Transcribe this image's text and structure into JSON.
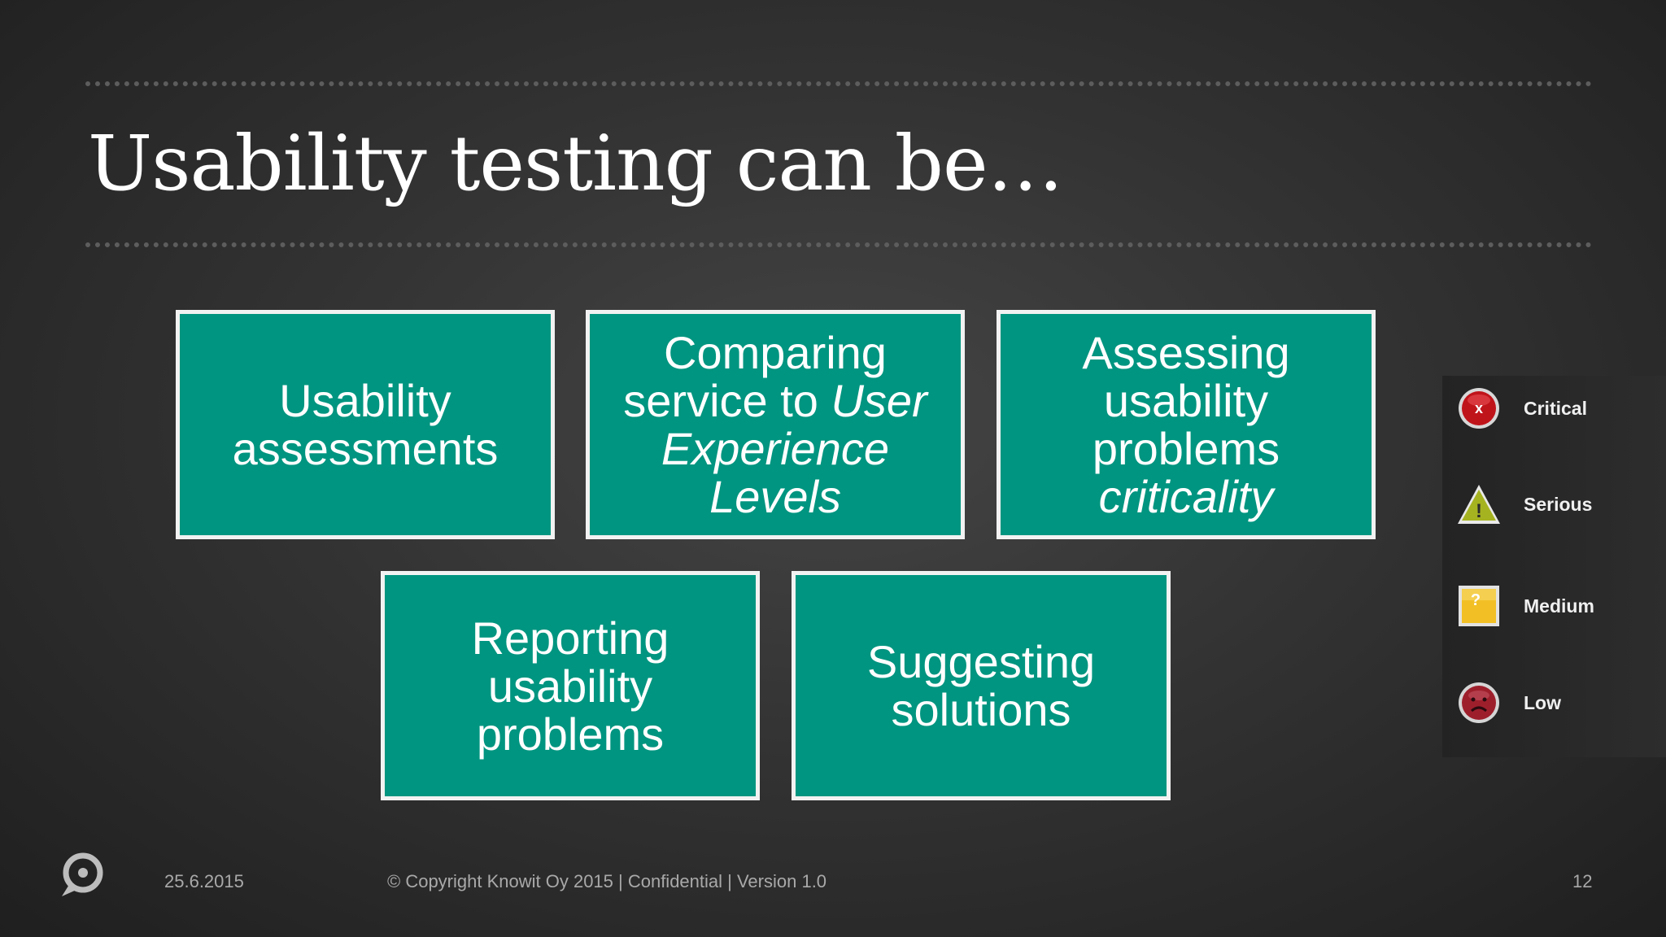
{
  "slide": {
    "title": "Usability testing can be…"
  },
  "boxes": [
    {
      "line1": "Usability",
      "line2": "assessments"
    },
    {
      "line1": "Comparing",
      "line2a": "service to ",
      "line2b": "User",
      "line3": "Experience",
      "line4": "Levels"
    },
    {
      "line1": "Assessing",
      "line2": "usability",
      "line3": "problems",
      "line4": "criticality"
    },
    {
      "line1": "Reporting",
      "line2": "usability",
      "line3": "problems"
    },
    {
      "line1": "Suggesting",
      "line2": "solutions"
    }
  ],
  "legend": {
    "items": [
      {
        "label": "Critical",
        "icon": "critical-x-icon",
        "color": "#c0141b"
      },
      {
        "label": "Serious",
        "icon": "warning-triangle-icon",
        "color": "#a6b321"
      },
      {
        "label": "Medium",
        "icon": "question-square-icon",
        "color": "#f2c025"
      },
      {
        "label": "Low",
        "icon": "sad-face-icon",
        "color": "#9e1f2c"
      }
    ],
    "critical_glyph": "x",
    "serious_glyph": "!",
    "medium_glyph": "?"
  },
  "footer": {
    "date": "25.6.2015",
    "copyright": "© Copyright  Knowit Oy 2015  | Confidential | Version 1.0",
    "page_number": "12"
  },
  "colors": {
    "box_fill": "#009580",
    "box_border": "#f2f2f2",
    "background": "#333333"
  }
}
